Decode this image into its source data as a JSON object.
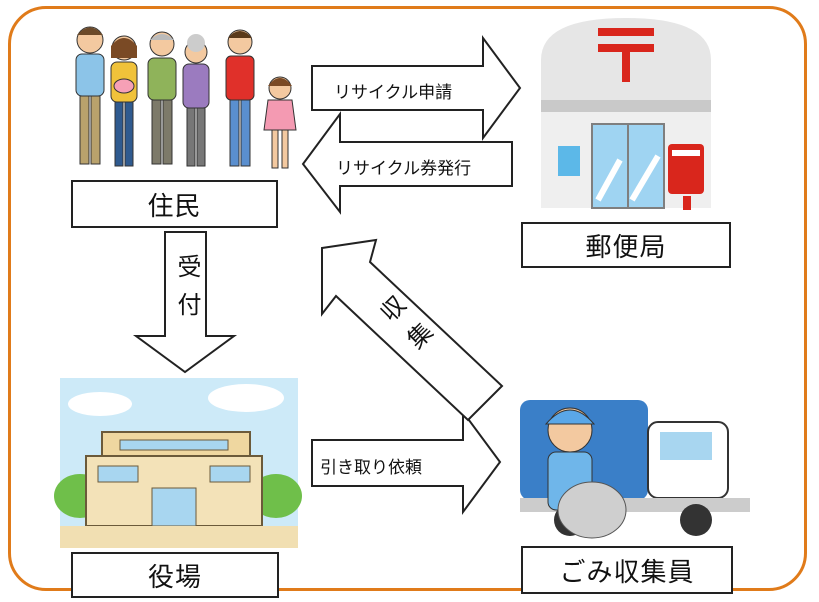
{
  "nodes": {
    "residents": "住民",
    "post_office": "郵便局",
    "city_office": "役場",
    "collector": "ごみ収集員"
  },
  "arrows": {
    "recycle_request": "リサイクル申請",
    "recycle_ticket": "リサイクル券発行",
    "accept": "受付",
    "pickup_request": "引き取り依頼",
    "collect": "収集"
  },
  "colors": {
    "frame": "#e07b1a",
    "post_red": "#d9261c",
    "truck_blue": "#3a7fc8",
    "sky_blue": "#8fcdf0"
  }
}
